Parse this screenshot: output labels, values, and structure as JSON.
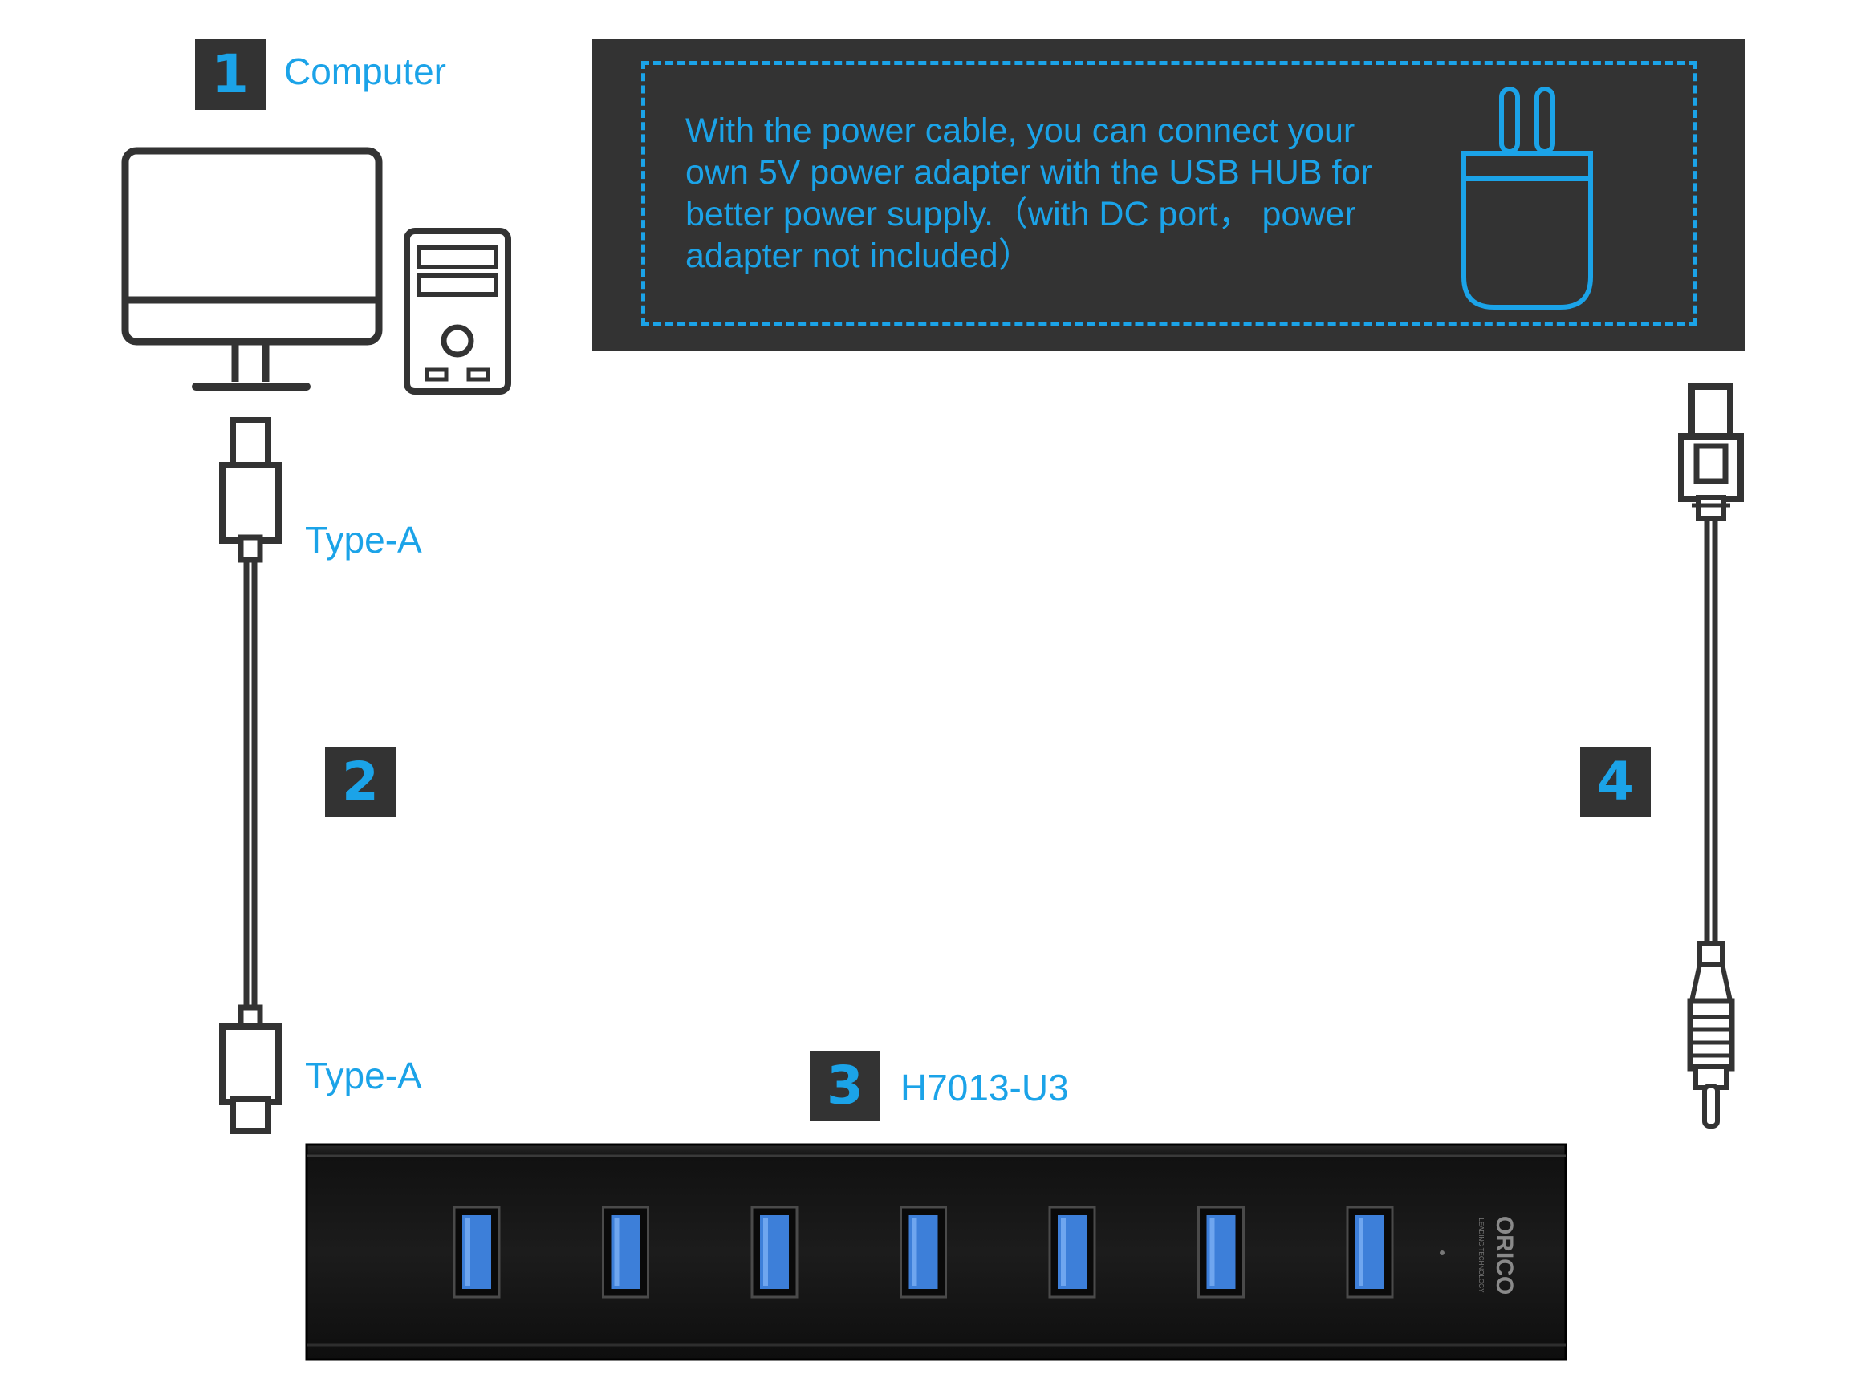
{
  "steps": {
    "computer": {
      "number": "1",
      "label": "Computer"
    },
    "cable": {
      "number": "2",
      "end_top_label": "Type-A",
      "end_bottom_label": "Type-A"
    },
    "hub": {
      "number": "3",
      "label": "H7013-U3"
    },
    "power": {
      "number": "4"
    }
  },
  "note": {
    "text": "With the power cable, you can connect your\nown 5V power adapter with the USB HUB for\nbetter power supply.（with DC port，  power\nadapter not included）"
  },
  "hub": {
    "brand": "ORICO",
    "tagline": "LEADING TECHNOLOGY",
    "port_count": 7
  },
  "colors": {
    "accent": "#1ba3e8",
    "dark": "#333333",
    "hub_body": "#1a1a1a",
    "port_blue": "#3d7fd9"
  },
  "icons": [
    "computer-monitor-icon",
    "pc-tower-icon",
    "power-plug-icon",
    "usb-a-connector-icon",
    "dc-barrel-connector-icon"
  ]
}
